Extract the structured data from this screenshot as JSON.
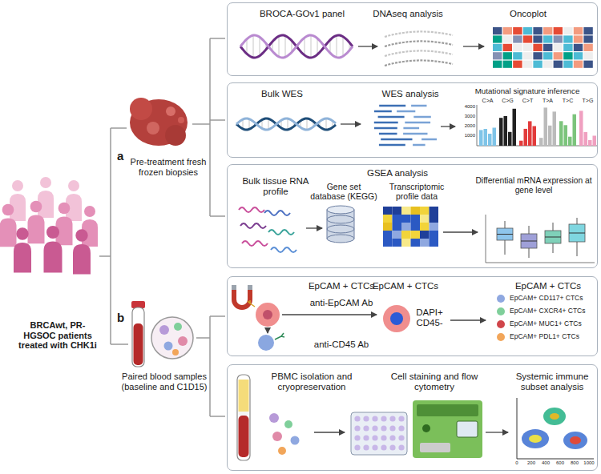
{
  "diagram": {
    "nodes": [
      {
        "text": [
          "BROCA-GOv1 panel",
          "DNAseq analysis",
          "Oncoplot"
        ]
      },
      {
        "text": [
          "Bulk WES",
          "WES analysis",
          "Mutational signature inference"
        ]
      },
      {
        "text": [
          "Bulk tissue RNA profile",
          "GSEA analysis",
          "Gene set database (KEGG)",
          "Transcriptomic profile data",
          "Differential mRNA expression at gene level"
        ]
      },
      {
        "text": [
          "EpCAM + CTCs",
          "EpCAM + CTCs",
          "EpCAM + CTCs",
          "anti-EpCAM Ab",
          "DAPI+ CD45-",
          "EpCAM+ CD117+ CTCs",
          "EpCAM+ CXCR4+ CTCs",
          "EpCAM+ MUC1+ CTCs",
          "EpCAM+ PDL1+ CTCs",
          "anti-CD45 Ab"
        ]
      },
      {
        "text": [
          "PBMC isolation and cryopreservation",
          "Cell staining and flow cytometry",
          "Systemic immune subset analysis"
        ]
      }
    ],
    "labels": [
      "BRCAwt, PR-HGSOC patients treated with CHK1i",
      "a",
      "Pre-treatment fresh frozen biopsies",
      "b",
      "Paired blood samples (baseline and C1D15)",
      "C>A",
      "C>G",
      "C>T",
      "T>A",
      "T>C",
      "T>G",
      "4000",
      "3000",
      "2000",
      "1000",
      "0",
      "200",
      "400",
      "600",
      "800",
      "1000"
    ]
  }
}
